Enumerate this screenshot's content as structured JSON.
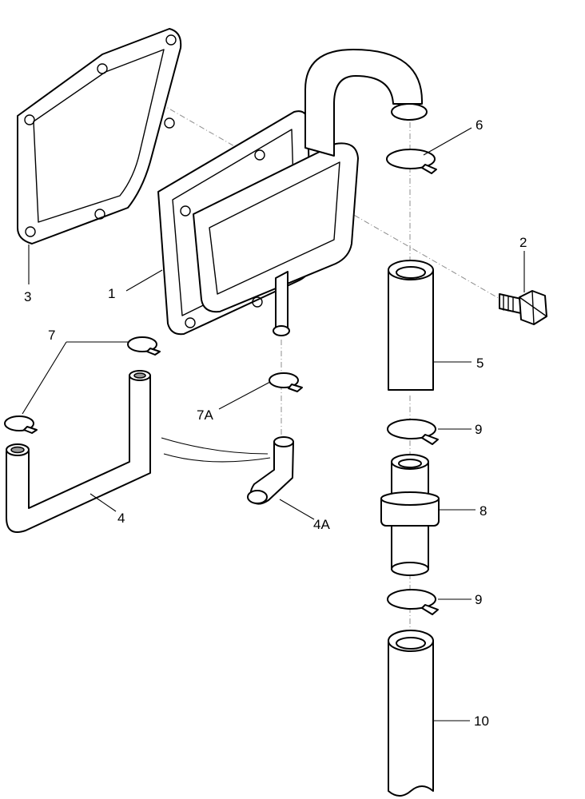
{
  "callouts": {
    "c1": "1",
    "c2": "2",
    "c3": "3",
    "c4": "4",
    "c4a": "4A",
    "c5": "5",
    "c6": "6",
    "c7": "7",
    "c7a": "7A",
    "c8": "8",
    "c9_upper": "9",
    "c9_lower": "9",
    "c10": "10"
  },
  "colors": {
    "line": "#000000",
    "axis": "#8c8c8c",
    "background": "#ffffff"
  }
}
